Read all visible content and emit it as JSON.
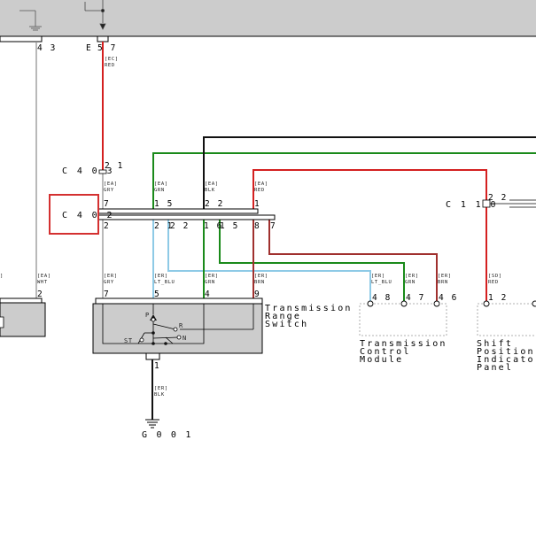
{
  "top_connector": {
    "pin_left": "4 3",
    "pin_e": "E",
    "pin_e_num": "5 7",
    "wire_code": "[EC]",
    "wire_color": "RED"
  },
  "c403": {
    "label": "C 4 0 3",
    "pin": "2 1",
    "code": "[EA]",
    "color": "GRY"
  },
  "c402": {
    "label": "C 4 0 2",
    "top_pins": [
      "7",
      "1 5",
      "2 2",
      "1"
    ],
    "bottom_pins": [
      "2",
      "2 1",
      "2 2",
      "1 6",
      "1 5",
      "8",
      "7"
    ]
  },
  "c110": {
    "label": "C 1 1 0",
    "pin": "2 2"
  },
  "upper_wires": [
    {
      "code": "[EA]",
      "color": "GRY"
    },
    {
      "code": "[EA]",
      "color": "GRN"
    },
    {
      "code": "[EA]",
      "color": "BLK"
    },
    {
      "code": "[EA]",
      "color": "RED"
    }
  ],
  "lower_wires": [
    {
      "code": "[ER]",
      "color": "GRY"
    },
    {
      "code": "[ER]",
      "color": "LT_BLU"
    },
    {
      "code": "[ER]",
      "color": "GRN"
    },
    {
      "code": "[ER]",
      "color": "BRN"
    },
    {
      "code": "[ER]",
      "color": "LT_BLU"
    },
    {
      "code": "[ER]",
      "color": "GRN"
    },
    {
      "code": "[ER]",
      "color": "BRN"
    },
    {
      "code": "[SD]",
      "color": "RED"
    }
  ],
  "left_wire": {
    "code": "[EA]",
    "color": "WHT",
    "pin": "2"
  },
  "trs": {
    "name_lines": [
      "Transmission",
      "Range",
      "Switch"
    ],
    "pins": [
      "7",
      "5",
      "4",
      "9"
    ],
    "bottom_pin": "1",
    "positions": [
      "P",
      "R",
      "N",
      "ST"
    ]
  },
  "tcm": {
    "name_lines": [
      "Transmission",
      "Control",
      "Module"
    ],
    "pins": [
      "4 8",
      "4 7",
      "4 6"
    ]
  },
  "spi": {
    "name_lines": [
      "Shift",
      "Position",
      "Indicator",
      "Panel"
    ],
    "pin": "1 2"
  },
  "ground": {
    "code": "[ER]",
    "color": "BLK",
    "label": "G 0 0 1"
  },
  "colors": {
    "red": "#d42020",
    "green": "#1a8a1a",
    "black": "#111111",
    "lt_blu": "#8ecae6",
    "brown": "#a0302e",
    "gray": "#8a8a8a",
    "highlight": "#d43030",
    "panel": "#cccccc"
  }
}
